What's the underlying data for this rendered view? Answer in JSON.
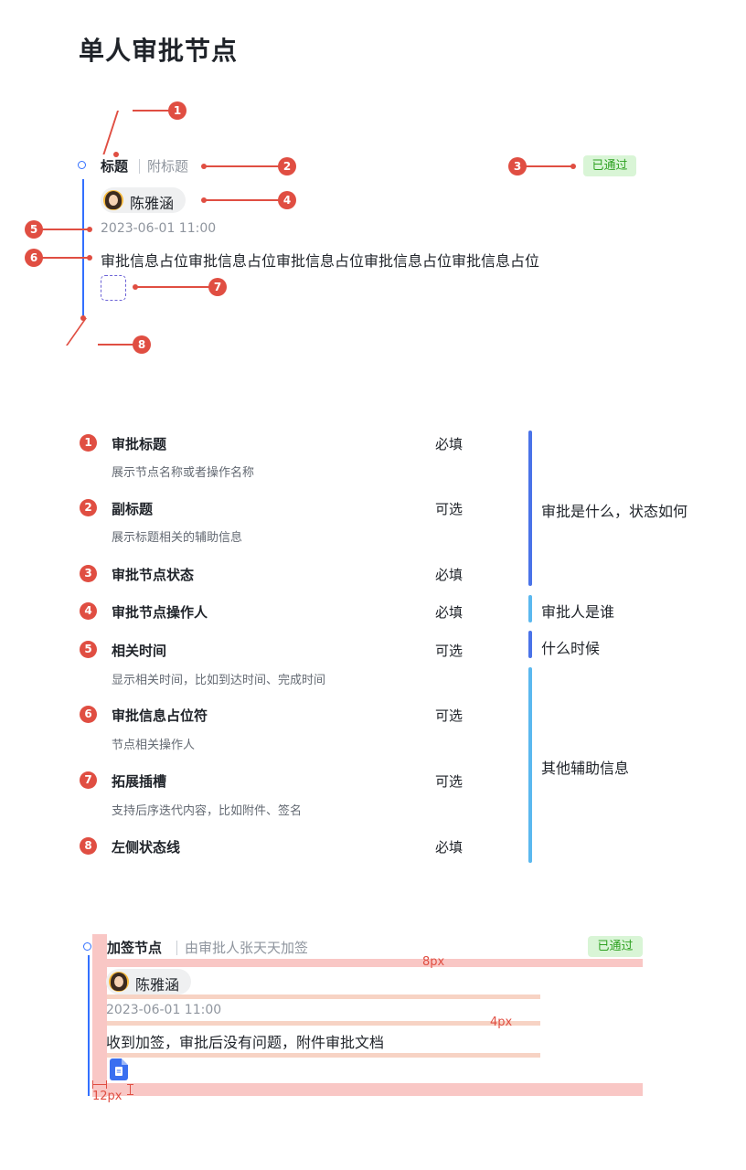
{
  "page_title": "单人审批节点",
  "demo1": {
    "title": "标题",
    "subtitle": "附标题",
    "status": "已通过",
    "user": "陈雅涵",
    "time": "2023-06-01 11:00",
    "info": "审批信息占位审批信息占位审批信息占位审批信息占位审批信息占位",
    "callouts": [
      "1",
      "2",
      "3",
      "4",
      "5",
      "6",
      "7",
      "8"
    ]
  },
  "table": {
    "rows": [
      {
        "num": "1",
        "title": "审批标题",
        "desc": "展示节点名称或者操作名称",
        "req": "必填"
      },
      {
        "num": "2",
        "title": "副标题",
        "desc": "展示标题相关的辅助信息",
        "req": "可选"
      },
      {
        "num": "3",
        "title": "审批节点状态",
        "desc": "",
        "req": "必填"
      },
      {
        "num": "4",
        "title": "审批节点操作人",
        "desc": "",
        "req": "必填"
      },
      {
        "num": "5",
        "title": "相关时间",
        "desc": "显示相关时间，比如到达时间、完成时间",
        "req": "可选"
      },
      {
        "num": "6",
        "title": "审批信息占位符",
        "desc": "节点相关操作人",
        "req": "可选"
      },
      {
        "num": "7",
        "title": "拓展插槽",
        "desc": "支持后序迭代内容，比如附件、签名",
        "req": "可选"
      },
      {
        "num": "8",
        "title": "左侧状态线",
        "desc": "",
        "req": "必填"
      }
    ],
    "groups": [
      {
        "label": "审批是什么，状态如何",
        "color": "#4a73e8"
      },
      {
        "label": "审批人是谁",
        "color": "#5bb8ef"
      },
      {
        "label": "什么时候",
        "color": "#4a73e8"
      },
      {
        "label": "其他辅助信息",
        "color": "#5bb8ef"
      }
    ]
  },
  "demo2": {
    "title": "加签节点",
    "subtitle": "由审批人张天天加签",
    "status": "已通过",
    "user": "陈雅涵",
    "time": "2023-06-01 11:00",
    "info": "收到加签，审批后没有问题，附件审批文档",
    "spacing_8": "8px",
    "spacing_4": "4px",
    "spacing_12": "12px"
  }
}
